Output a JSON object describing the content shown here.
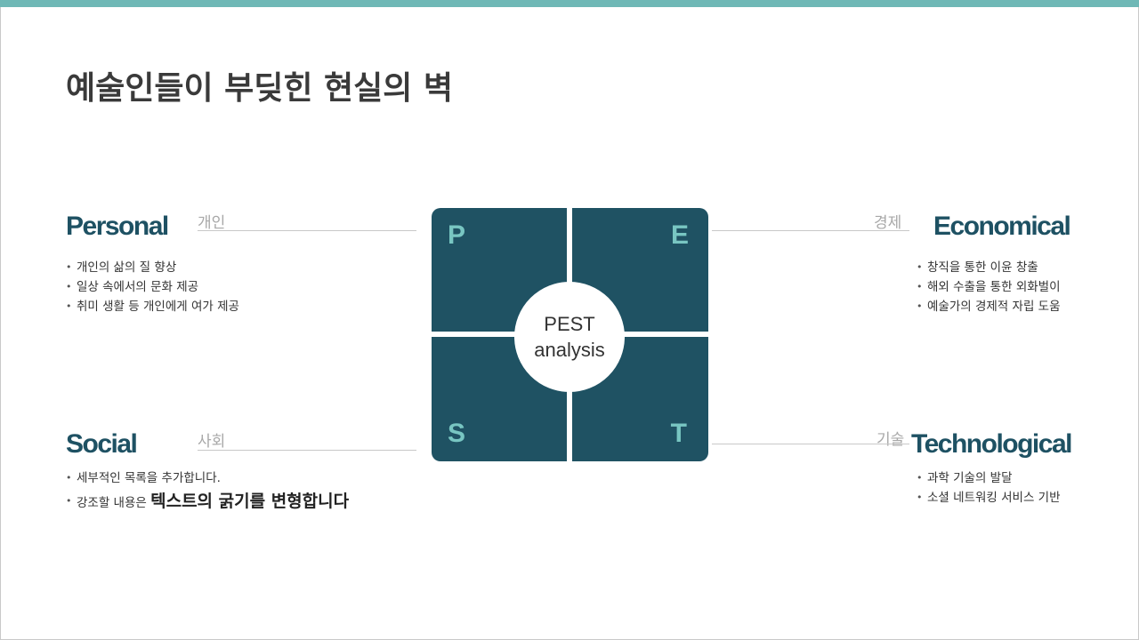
{
  "title": "예술인들이 부딪힌 현실의 벽",
  "colors": {
    "accent": "#6fb8b6",
    "quadrant": "#1f5263",
    "letter": "#78c6c2",
    "heading": "#1e5163"
  },
  "pest": {
    "center_line1": "PEST",
    "center_line2": "analysis",
    "letters": {
      "p": "P",
      "e": "E",
      "s": "S",
      "t": "T"
    }
  },
  "personal": {
    "heading": "Personal",
    "sublabel": "개인",
    "items": [
      "개인의 삶의 질 향상",
      "일상 속에서의 문화 제공",
      "취미 생활 등 개인에게 여가 제공"
    ]
  },
  "economical": {
    "heading": "Economical",
    "sublabel": "경제",
    "items": [
      "창직을 통한 이윤 창출",
      "해외 수출을 통한 외화벌이",
      "예술가의 경제적 자립 도움"
    ]
  },
  "social": {
    "heading": "Social",
    "sublabel": "사회",
    "items": [
      "세부적인 목록을 추가합니다."
    ],
    "item2_prefix": "강조할 내용은 ",
    "item2_emphasis": "텍스트의 굵기를 변형합니다"
  },
  "technological": {
    "heading": "Technological",
    "sublabel": "기술",
    "items": [
      "과학 기술의 발달",
      "소셜 네트워킹 서비스 기반"
    ]
  }
}
